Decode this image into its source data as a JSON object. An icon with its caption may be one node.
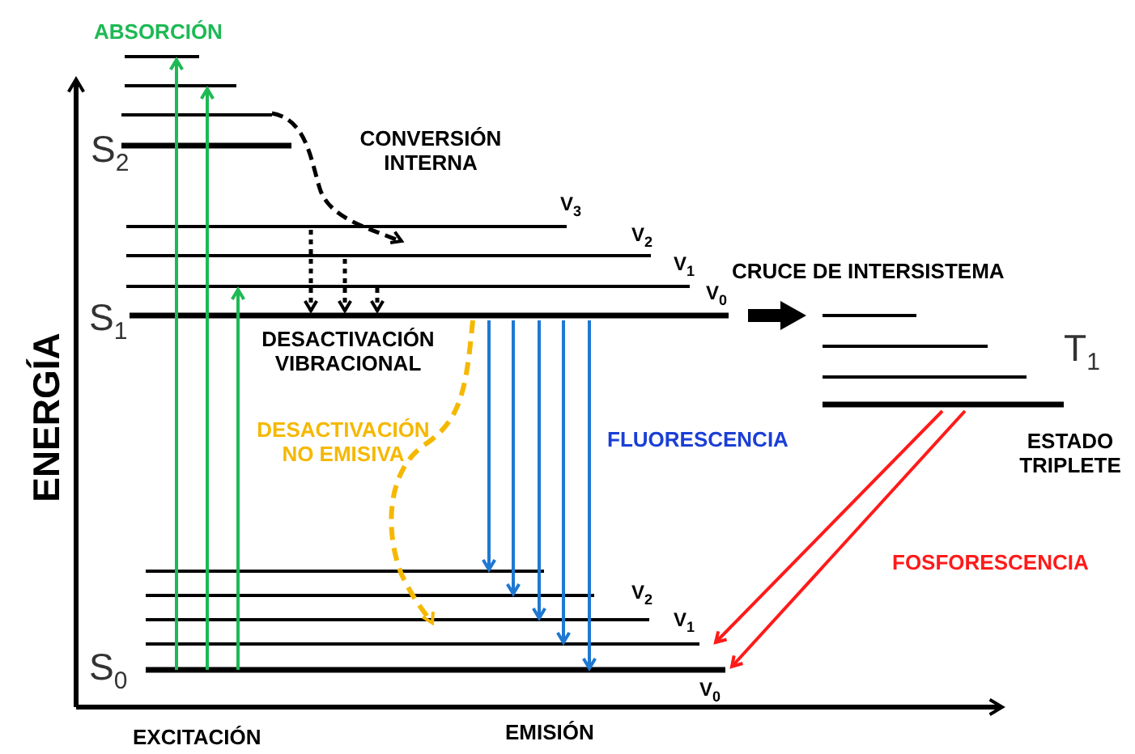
{
  "diagram": {
    "labels": [
      "ABSORCIÓN",
      "CONVERSIÓN INTERNA",
      "S$_{2}$",
      "V$_{3}$",
      "V$_{2}$",
      "V$_{1}$",
      "CRUCE DE INTERSISTEMA",
      "V$_{0}$",
      "S$_{1}$",
      "T$_{1}$",
      "DESACTIVACIÓN VIBRACIONAL",
      "ENERGÍA",
      "DESACTIVACIÓN NO EMISIVA",
      "FLUORESCENCIA",
      "ESTADO TRIPLETE",
      "FOSFORESCENCIA",
      "V$_{2}$",
      "V$_{1}$",
      "S$_{0}$",
      "V$_{0}$",
      "EXCITACIÓN",
      "EMISIÓN"
    ]
  }
}
